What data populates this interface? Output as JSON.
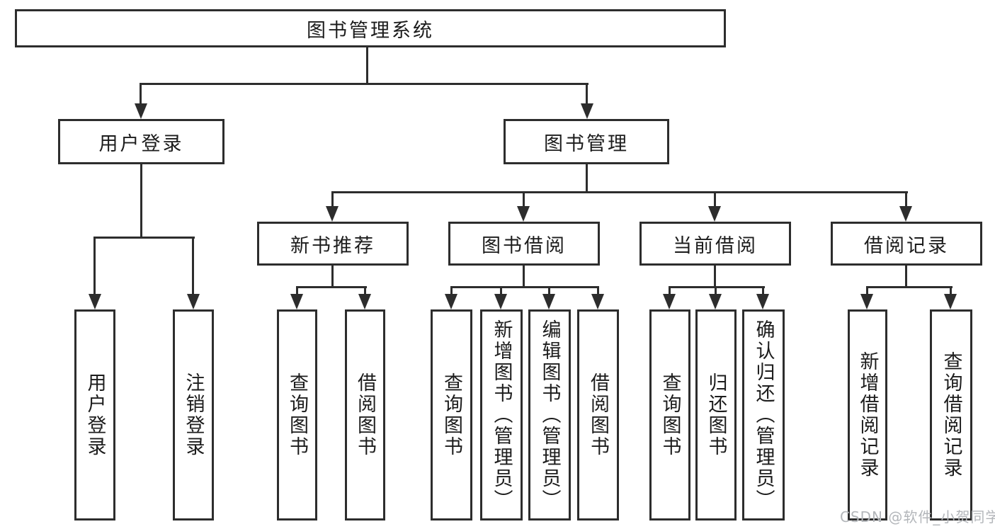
{
  "diagram": {
    "root": {
      "label": "图书管理系统"
    },
    "branches": [
      {
        "label": "用户登录",
        "children": [
          {
            "label": "用户登录"
          },
          {
            "label": "注销登录"
          }
        ]
      },
      {
        "label": "图书管理",
        "children": [
          {
            "label": "新书推荐",
            "children": [
              {
                "label": "查询图书"
              },
              {
                "label": "借阅图书"
              }
            ]
          },
          {
            "label": "图书借阅",
            "children": [
              {
                "label": "查询图书"
              },
              {
                "label": "新增图书（管理员）"
              },
              {
                "label": "编辑图书（管理员）"
              },
              {
                "label": "借阅图书"
              }
            ]
          },
          {
            "label": "当前借阅",
            "children": [
              {
                "label": "查询图书"
              },
              {
                "label": "归还图书"
              },
              {
                "label": "确认归还（管理员）"
              }
            ]
          },
          {
            "label": "借阅记录",
            "children": [
              {
                "label": "新增借阅记录"
              },
              {
                "label": "查询借阅记录"
              }
            ]
          }
        ]
      }
    ]
  },
  "watermark": {
    "text": "CSDN @软件_小贺同学"
  },
  "colors": {
    "line": "#2d2d2d",
    "box_border": "#2d2d2d",
    "box_background": "#ffffff",
    "text": "#1c1c1c",
    "watermark": "#b3b6ba",
    "background": "#ffffff"
  }
}
